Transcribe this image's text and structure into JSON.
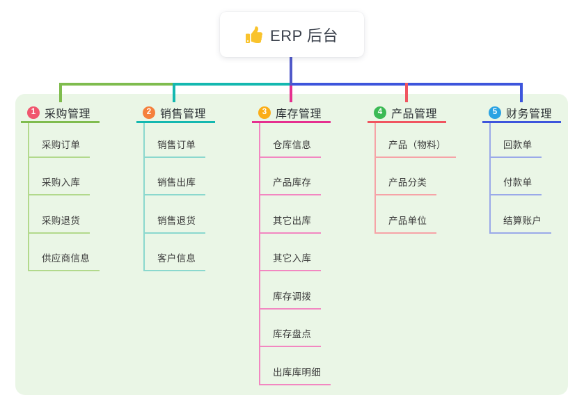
{
  "root": {
    "label": "ERP 后台",
    "icon": "thumbs-up"
  },
  "canvas": {
    "board_bg": "#EAF6E6",
    "page_bg": "#FFFFFF",
    "root_line_color": "#5059C9",
    "thumb_color": "#F9C32C"
  },
  "branches": [
    {
      "badge": "1",
      "label": "采购管理",
      "badge_color": "#F0566E",
      "line_color": "#7FBC4E",
      "child_line_color": "#B2D98C",
      "children": [
        "采购订单",
        "采购入库",
        "采购退货",
        "供应商信息"
      ]
    },
    {
      "badge": "2",
      "label": "销售管理",
      "badge_color": "#F5803D",
      "line_color": "#14B8B0",
      "child_line_color": "#8BD8CE",
      "children": [
        "销售订单",
        "销售出库",
        "销售退货",
        "客户信息"
      ]
    },
    {
      "badge": "3",
      "label": "库存管理",
      "badge_color": "#FBAD17",
      "line_color": "#E5308F",
      "child_line_color": "#F287C1",
      "children": [
        "仓库信息",
        "产品库存",
        "其它出库",
        "其它入库",
        "库存调拨",
        "库存盘点",
        "出库库明细"
      ]
    },
    {
      "badge": "4",
      "label": "产品管理",
      "badge_color": "#3CBA55",
      "line_color": "#F05560",
      "child_line_color": "#F6A3A7",
      "children": [
        "产品（物料）",
        "产品分类",
        "产品单位"
      ]
    },
    {
      "badge": "5",
      "label": "财务管理",
      "badge_color": "#2BA3E3",
      "line_color": "#3D55DC",
      "child_line_color": "#9AA9E9",
      "children": [
        "回款单",
        "付款单",
        "结算账户"
      ]
    }
  ]
}
